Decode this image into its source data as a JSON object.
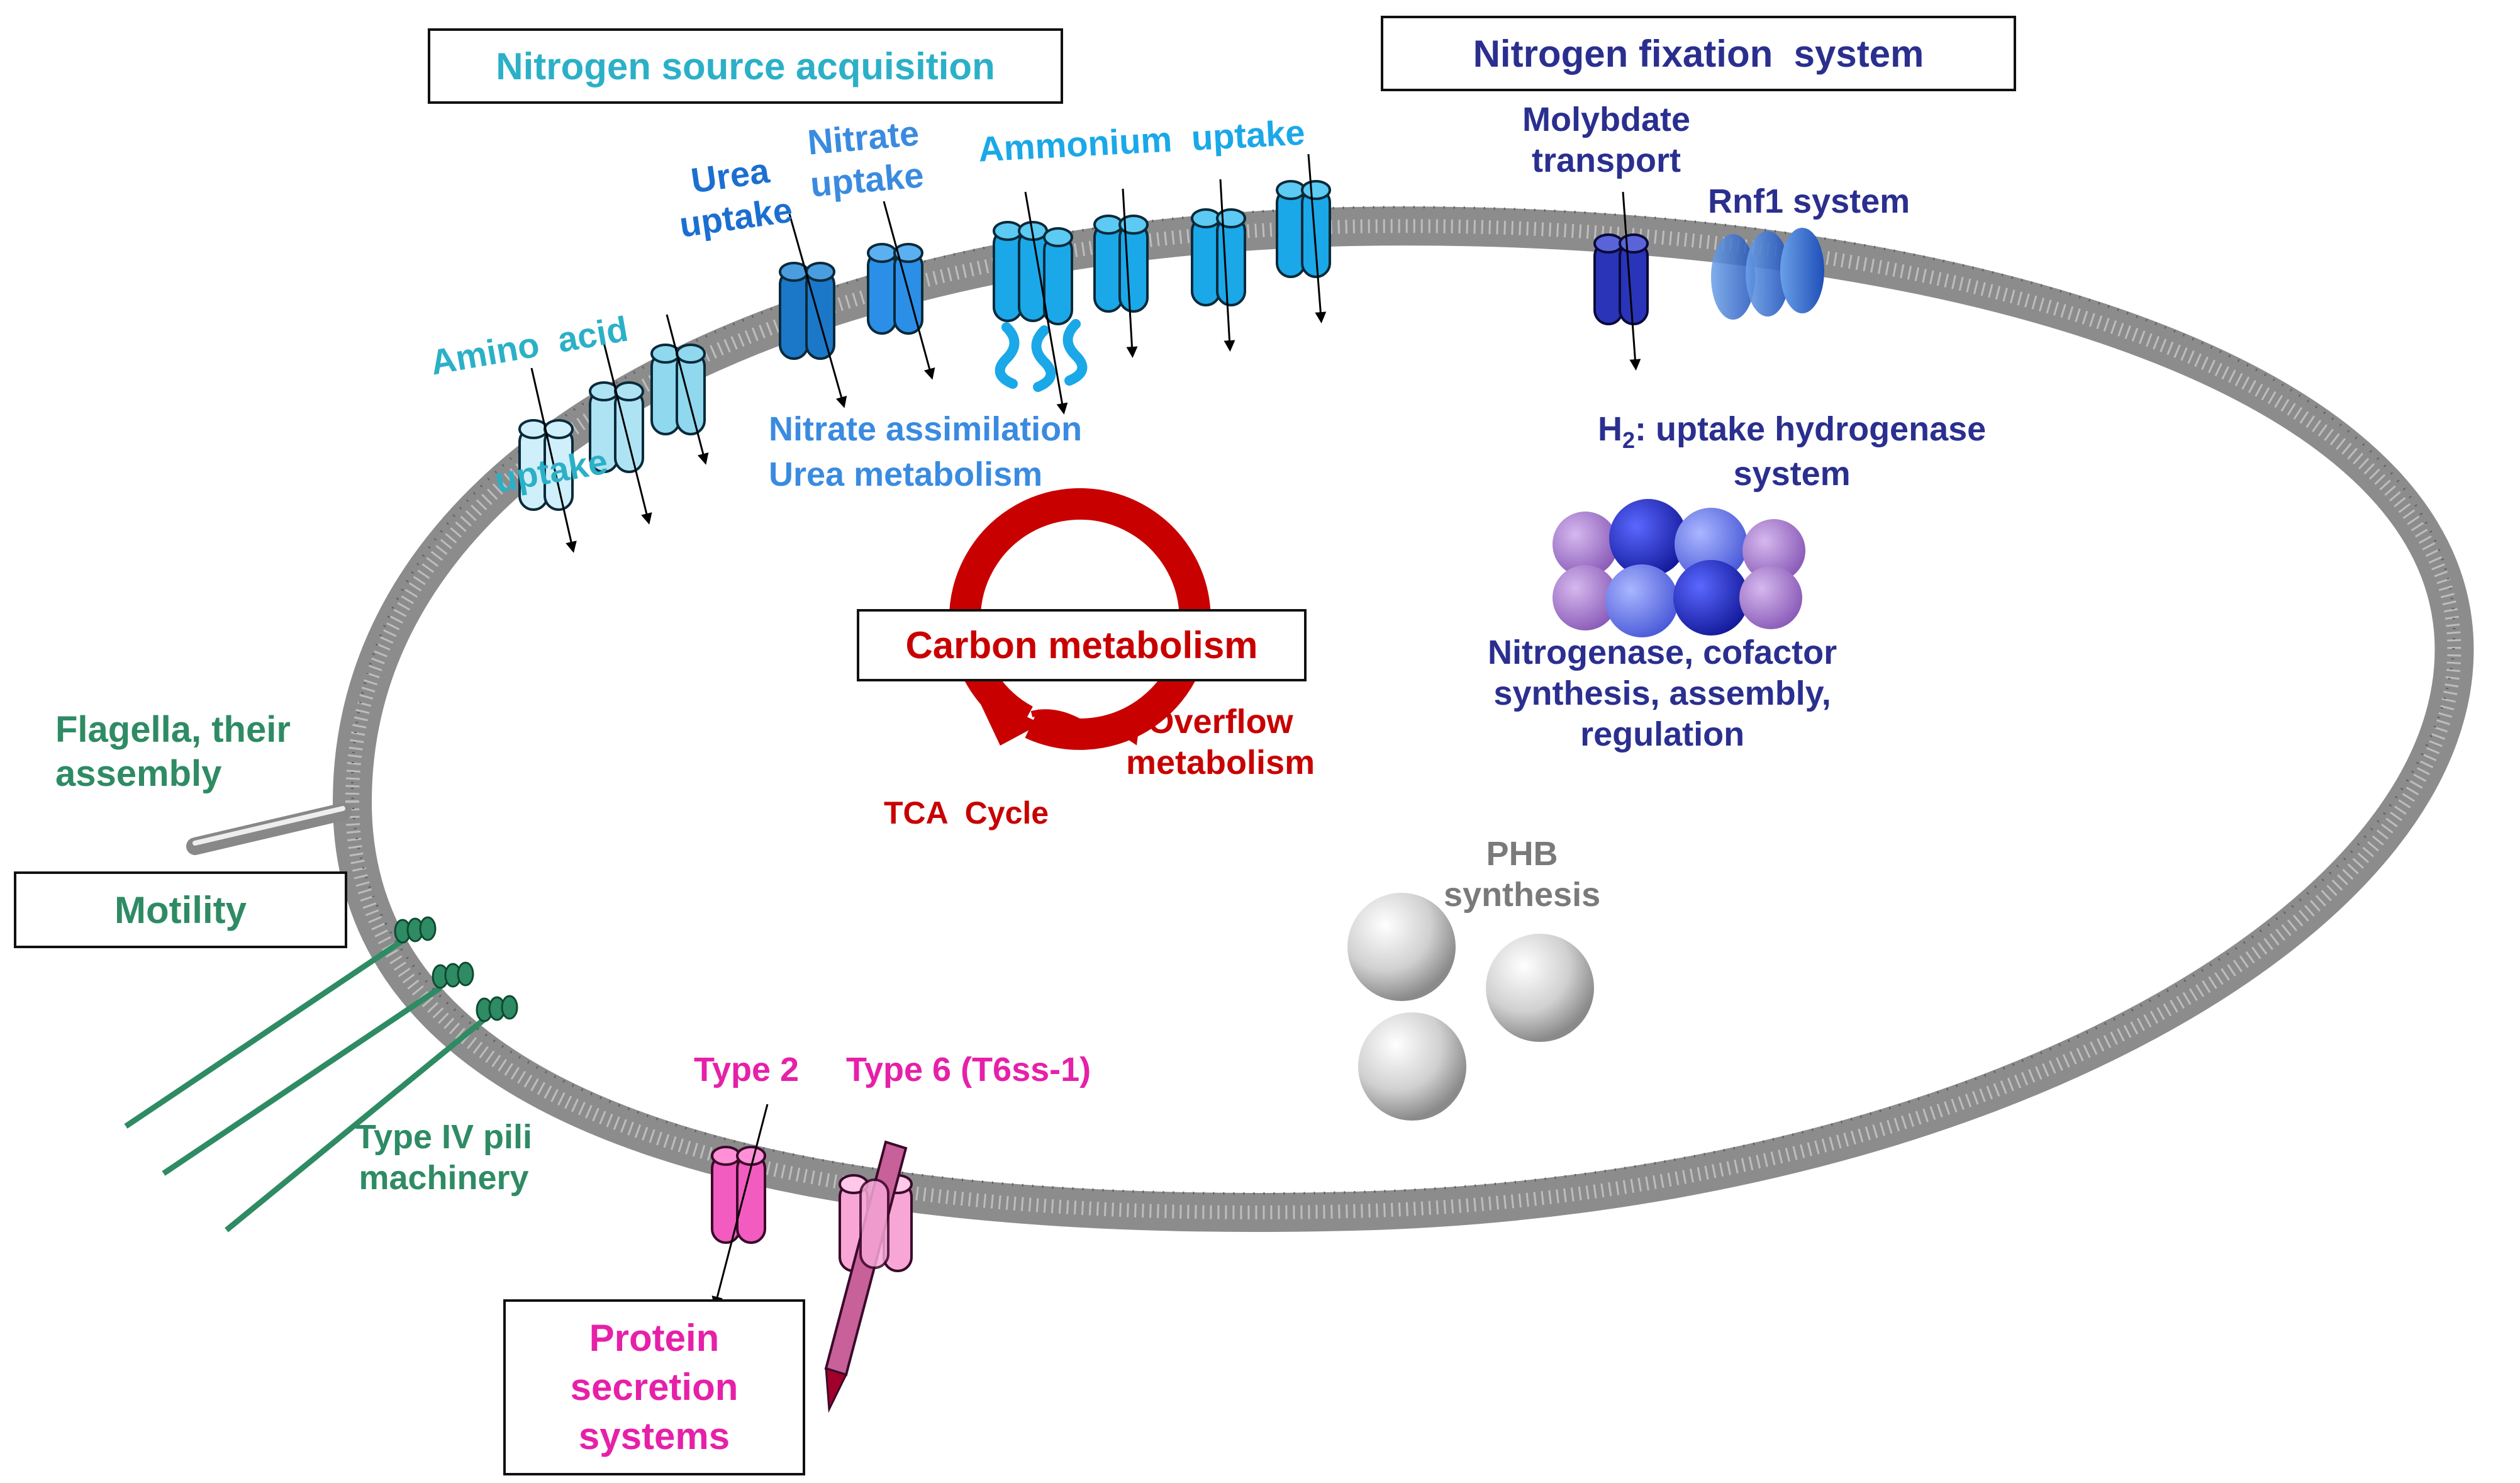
{
  "colors": {
    "teal": "#2bb0c8",
    "blue_light": "#3a8be0",
    "navy": "#2a2f8f",
    "red": "#c80000",
    "magenta": "#e620a8",
    "green": "#2e8b64",
    "gray_text": "#7a7a7a",
    "membrane": "#9a9a9a"
  },
  "boxes": {
    "nitrogen_source": "Nitrogen source acquisition",
    "nitrogen_fixation": "Nitrogen fixation  system",
    "carbon": "Carbon metabolism",
    "motility": "Motility",
    "protein_secretion": [
      "Protein",
      "secretion",
      "systems"
    ]
  },
  "labels": {
    "amino_acid": [
      "Amino  acid",
      "uptake"
    ],
    "urea": [
      "Urea",
      "uptake"
    ],
    "nitrate": [
      "Nitrate",
      "uptake"
    ],
    "ammonium": "Ammonium  uptake",
    "nitrate_assimilation": "Nitrate assimilation",
    "urea_metabolism": "Urea metabolism",
    "molybdate": [
      "Molybdate",
      "transport"
    ],
    "rnf1": "Rnf1 system",
    "h2_prefix": "H",
    "h2_sub": "2",
    "h2_rest": ": uptake hydrogenase",
    "h2_line2": "system",
    "nitrogenase": [
      "Nitrogenase, cofactor",
      "synthesis, assembly,",
      "regulation"
    ],
    "tca": "TCA  Cycle",
    "overflow": [
      "Overflow",
      "metabolism"
    ],
    "phb": [
      "PHB",
      "synthesis"
    ],
    "flagella": [
      "Flagella, their",
      "assembly"
    ],
    "pili": [
      "Type IV pili",
      "machinery"
    ],
    "type2": "Type 2",
    "type6": "Type 6 (T6ss-1)"
  }
}
